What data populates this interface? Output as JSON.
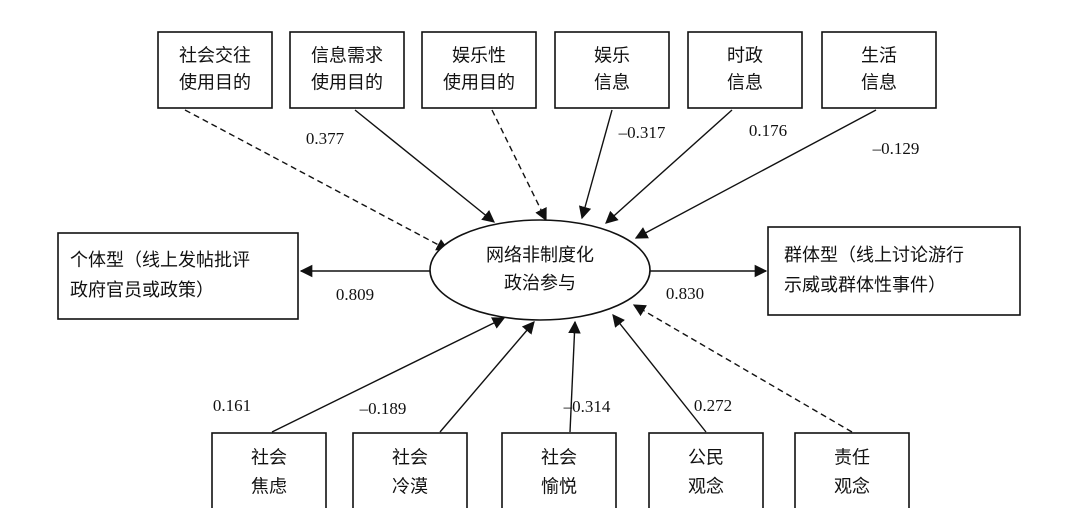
{
  "center": {
    "line1": "网络非制度化",
    "line2": "政治参与"
  },
  "top_nodes": [
    {
      "id": "social-purpose",
      "line1": "社会交往",
      "line2": "使用目的",
      "dashed": true,
      "coef": ""
    },
    {
      "id": "info-need-purpose",
      "line1": "信息需求",
      "line2": "使用目的",
      "dashed": false,
      "coef": "0.377"
    },
    {
      "id": "entertainment-purpose",
      "line1": "娱乐性",
      "line2": "使用目的",
      "dashed": true,
      "coef": ""
    },
    {
      "id": "entertainment-info",
      "line1": "娱乐",
      "line2": "信息",
      "dashed": false,
      "coef": "–0.317"
    },
    {
      "id": "politics-info",
      "line1": "时政",
      "line2": "信息",
      "dashed": false,
      "coef": "0.176"
    },
    {
      "id": "life-info",
      "line1": "生活",
      "line2": "信息",
      "dashed": false,
      "coef": "–0.129"
    }
  ],
  "outcomes": {
    "left": {
      "line1": "个体型（线上发帖批评",
      "line2": "政府官员或政策）",
      "coef": "0.809"
    },
    "right": {
      "line1": "群体型（线上讨论游行",
      "line2": "示威或群体性事件）",
      "coef": "0.830"
    }
  },
  "bottom_nodes": [
    {
      "id": "social-anxiety",
      "line1": "社会",
      "line2": "焦虑",
      "dashed": false,
      "coef": "0.161"
    },
    {
      "id": "social-indifference",
      "line1": "社会",
      "line2": "冷漠",
      "dashed": false,
      "coef": "–0.189"
    },
    {
      "id": "social-pleasure",
      "line1": "社会",
      "line2": "愉悦",
      "dashed": false,
      "coef": "–0.314"
    },
    {
      "id": "civic-concept",
      "line1": "公民",
      "line2": "观念",
      "dashed": false,
      "coef": "0.272"
    },
    {
      "id": "responsibility-concept",
      "line1": "责任",
      "line2": "观念",
      "dashed": true,
      "coef": ""
    }
  ]
}
